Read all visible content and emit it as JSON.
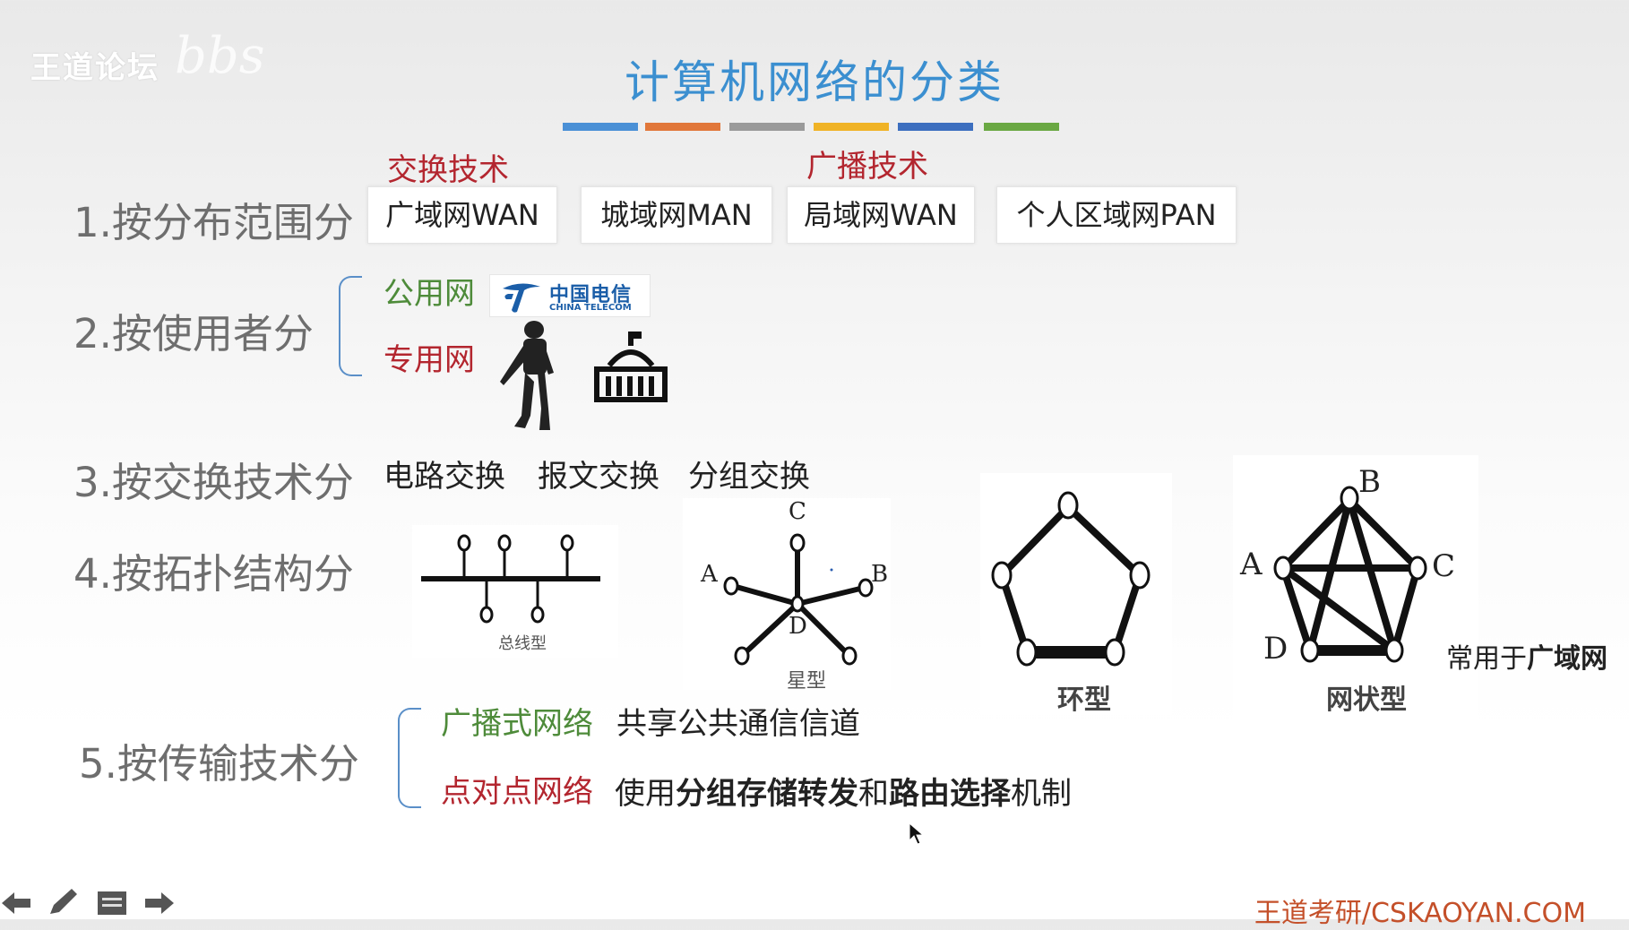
{
  "watermark": {
    "main": "王道论坛",
    "sub": "bbs"
  },
  "title": "计算机网络的分类",
  "title_bar_colors": [
    "#4a90d6",
    "#e1773a",
    "#9a9a9a",
    "#f0b326",
    "#3d6fbf",
    "#6aa843"
  ],
  "rows": {
    "r1": {
      "label": "1.按分布范围分",
      "tag_switching": "交换技术",
      "tag_broadcast": "广播技术",
      "boxes": [
        "广域网WAN",
        "城域网MAN",
        "局域网WAN",
        "个人区域网PAN"
      ]
    },
    "r2": {
      "label": "2.按使用者分",
      "public": "公用网",
      "private": "专用网",
      "logo_cn": "中国电信",
      "logo_en": "CHINA TELECOM"
    },
    "r3": {
      "label": "3.按交换技术分",
      "items": [
        "电路交换",
        "报文交换",
        "分组交换"
      ]
    },
    "r4": {
      "label": "4.按拓扑结构分",
      "bus_caption": "总线型",
      "star_caption": "星型",
      "ring_caption": "环型",
      "mesh_caption": "网状型",
      "star_labels": {
        "c": "C",
        "a": "A",
        "b": "B",
        "d": "D"
      },
      "mesh_labels": {
        "b": "B",
        "a": "A",
        "c": "C",
        "d": "D"
      },
      "mesh_note_prefix": "常用于",
      "mesh_note_bold": "广域网"
    },
    "r5": {
      "label": "5.按传输技术分",
      "broadcast_net": "广播式网络",
      "broadcast_desc": "共享公共通信信道",
      "p2p_net": "点对点网络",
      "p2p_desc_1": "使用",
      "p2p_desc_2": "分组存储转发",
      "p2p_desc_3": "和",
      "p2p_desc_4": "路由选择",
      "p2p_desc_5": "机制"
    }
  },
  "nav": {
    "prev": "prev-arrow-icon",
    "pen": "pen-icon",
    "menu": "slides-menu-icon",
    "next": "next-arrow-icon"
  },
  "footer": "王道考研/CSKAOYAN.COM"
}
